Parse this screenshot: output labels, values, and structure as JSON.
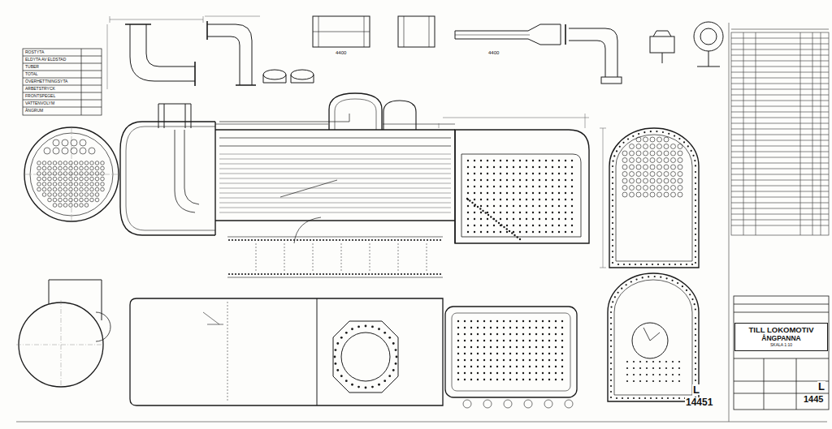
{
  "diagram": {
    "nodes": [
      {
        "text": [
          "TILL LOKOMOTIV",
          "ÅNGPANNA",
          "SKALA 1:10"
        ]
      }
    ],
    "labels": [
      "ROSTYTA",
      "ELDYTA AV ELDSTAD",
      "TUBER",
      "TOTAL",
      "ÖVERHETTNINGSYTA",
      "ARBETSTRYCK",
      "FRONTSPEGEL",
      "VATTENVOLYM",
      "ÅNGRUM",
      "4400",
      "4400",
      "L",
      "14451",
      "L",
      "1445"
    ]
  }
}
